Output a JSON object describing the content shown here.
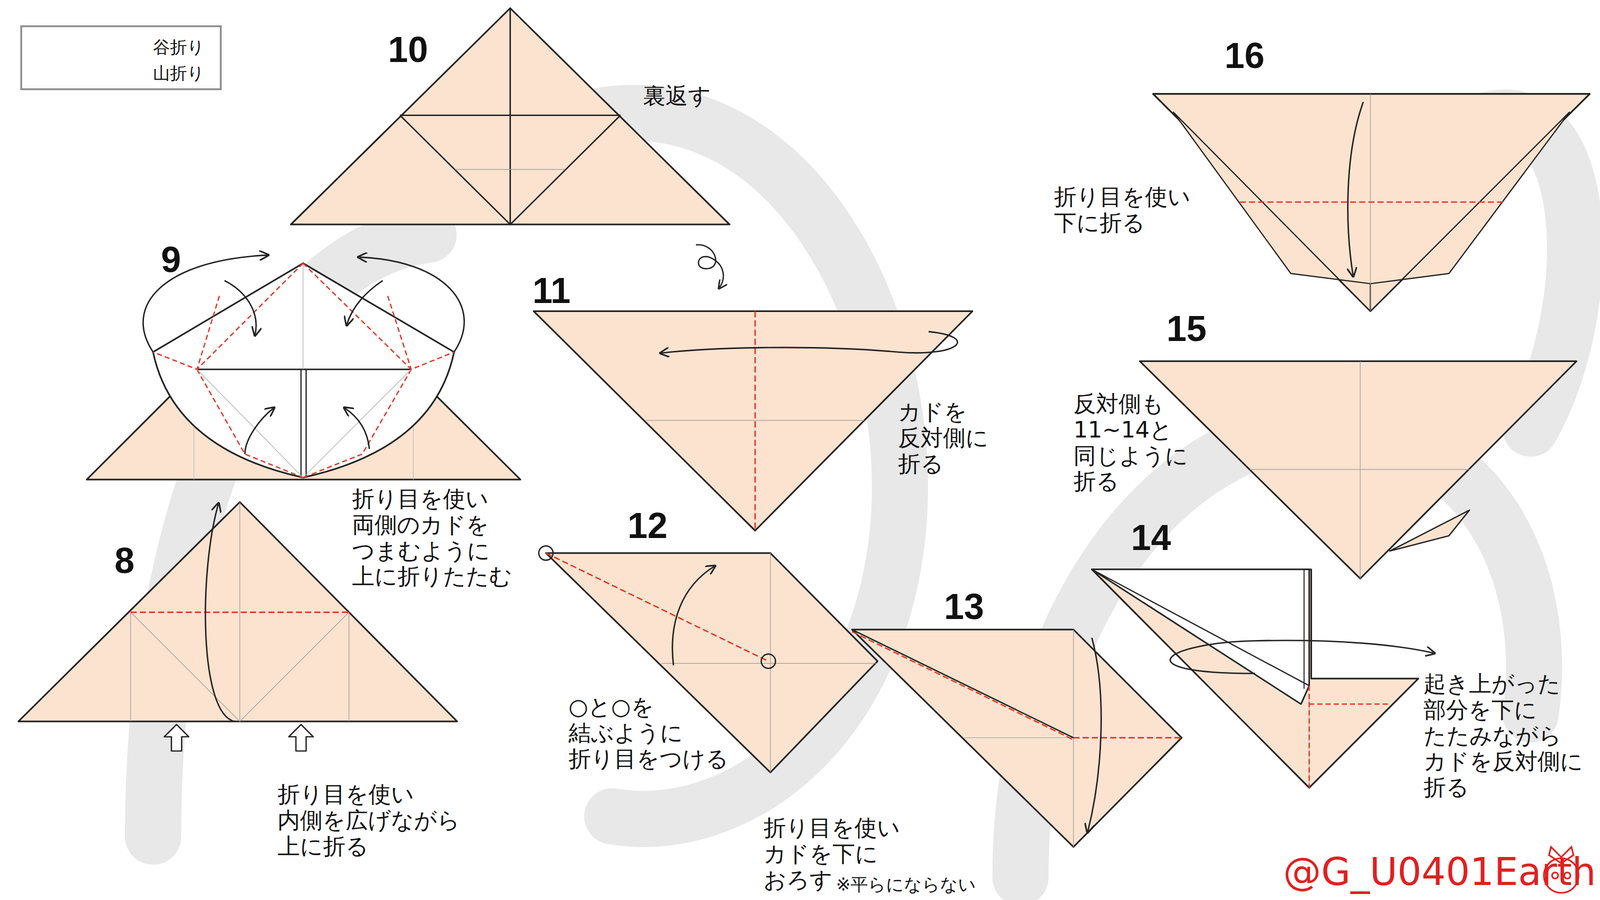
{
  "diagram": {
    "labels": [
      "10",
      "裏返す",
      "9",
      "折り目を使い 両側のカドを つまむように 上に折りたたむ",
      "8",
      "折り目を使い 内側を広げながら 上に折る",
      "11",
      "カドを 反対側に 折る",
      "12",
      "○と○を 結ぶように 折り目をつける",
      "13",
      "折り目を使い カドを下に おろす",
      "※平らにならない",
      "14",
      "起き上がった 部分を下に たたみながら カドを反対側に 折る",
      "15",
      "反対側も 11~14と 同じように 折る",
      "16",
      "折り目を使い 下に折る",
      "@G_U0401Earth"
    ],
    "legend": [
      {
        "text": "谷折り"
      },
      {
        "text": "山折り"
      }
    ]
  }
}
